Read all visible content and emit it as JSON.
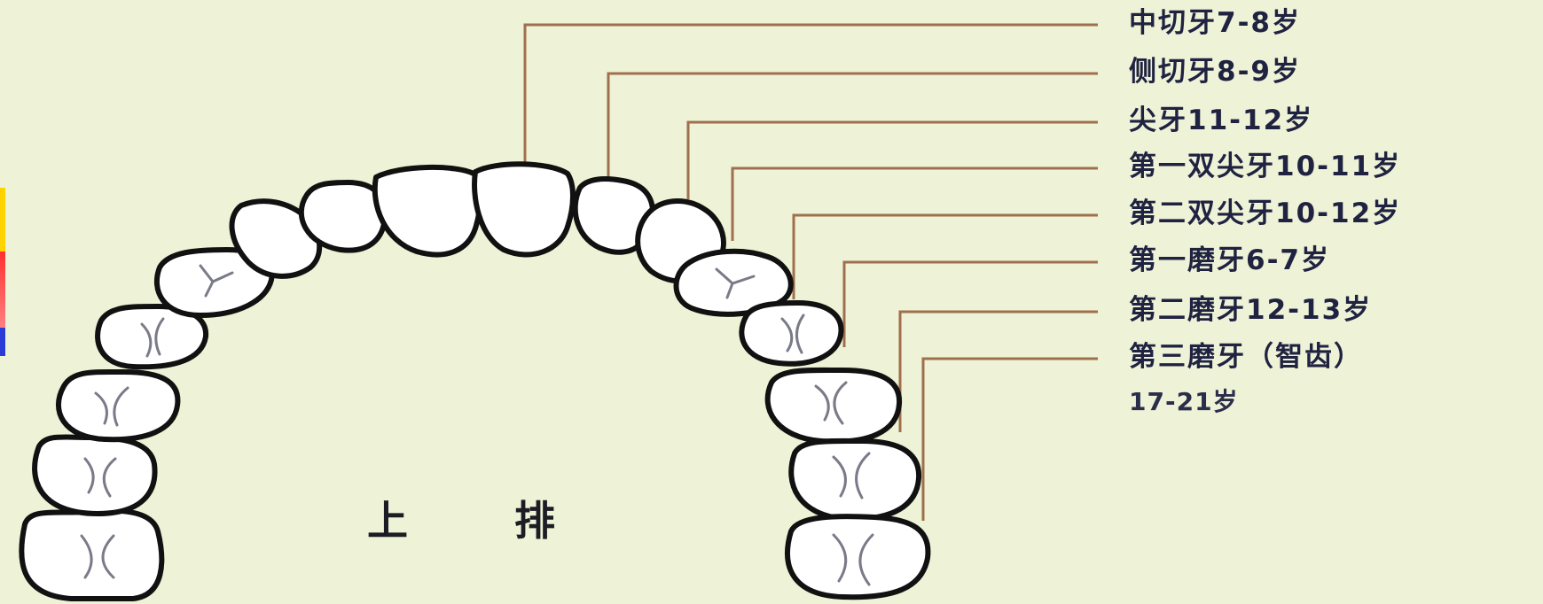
{
  "arch_title_left": "上",
  "arch_title_right": "排",
  "labels": [
    "中切牙7-8岁",
    "侧切牙8-9岁",
    "尖牙11-12岁",
    "第一双尖牙10-11岁",
    "第二双尖牙10-12岁",
    "第一磨牙6-7岁",
    "第二磨牙12-13岁",
    "第三磨牙（智齿）"
  ],
  "label_extra": "17-21岁",
  "colors": {
    "background": "#eef2d6",
    "tooth_fill": "#ffffff",
    "tooth_outline": "#111111",
    "groove": "#7a7a88",
    "leader_line": "#a0704e",
    "label_text": "#1f2240",
    "edge_bar_yellow": "#ffd200",
    "edge_bar_red": "#ff4040",
    "edge_bar_blue": "#2a3bd8"
  }
}
